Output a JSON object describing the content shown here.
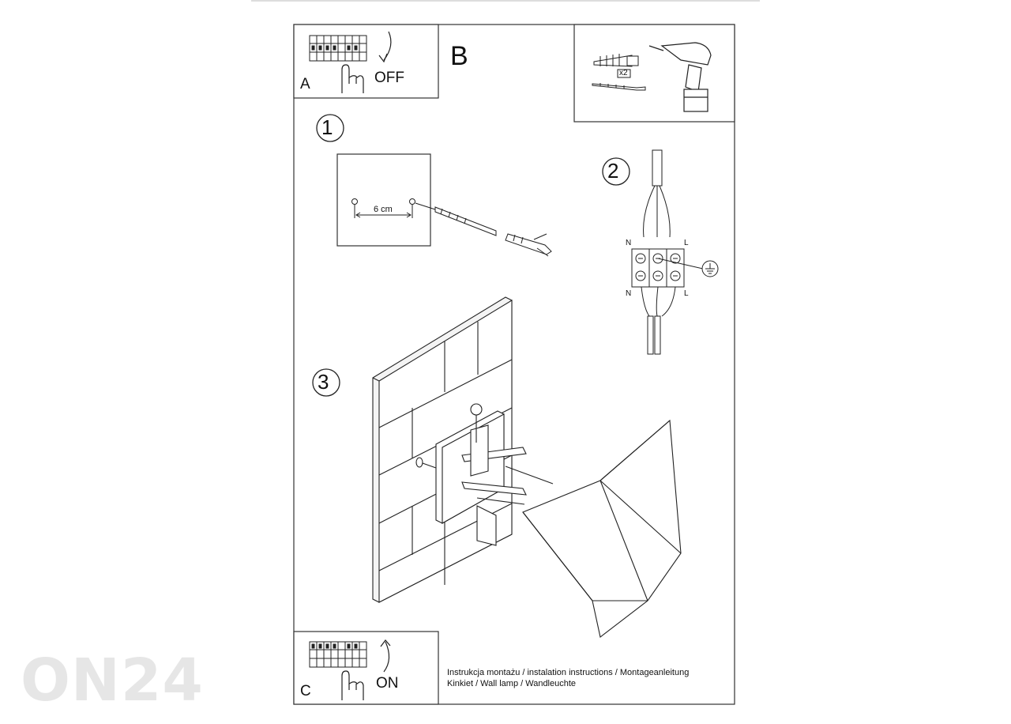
{
  "panels": {
    "a": {
      "letter": "A",
      "action": "OFF"
    },
    "b": {
      "letter": "B",
      "quantity": "x2"
    },
    "c": {
      "letter": "C",
      "action": "ON"
    }
  },
  "steps": {
    "step1": {
      "number": "1",
      "distance": "6 cm"
    },
    "step2": {
      "number": "2",
      "neutral_top": "N",
      "live_top": "L",
      "neutral_bottom": "N",
      "live_bottom": "L"
    },
    "step3": {
      "number": "3"
    }
  },
  "caption": {
    "line1": "Instrukcja montażu / instalation instructions / Montageanleitung",
    "line2": "Kinkiet / Wall lamp / Wandleuchte"
  },
  "watermark": {
    "text": "ON24"
  },
  "colors": {
    "line": "#222222",
    "border": "#333333",
    "watermark": "#e6e6e6"
  }
}
